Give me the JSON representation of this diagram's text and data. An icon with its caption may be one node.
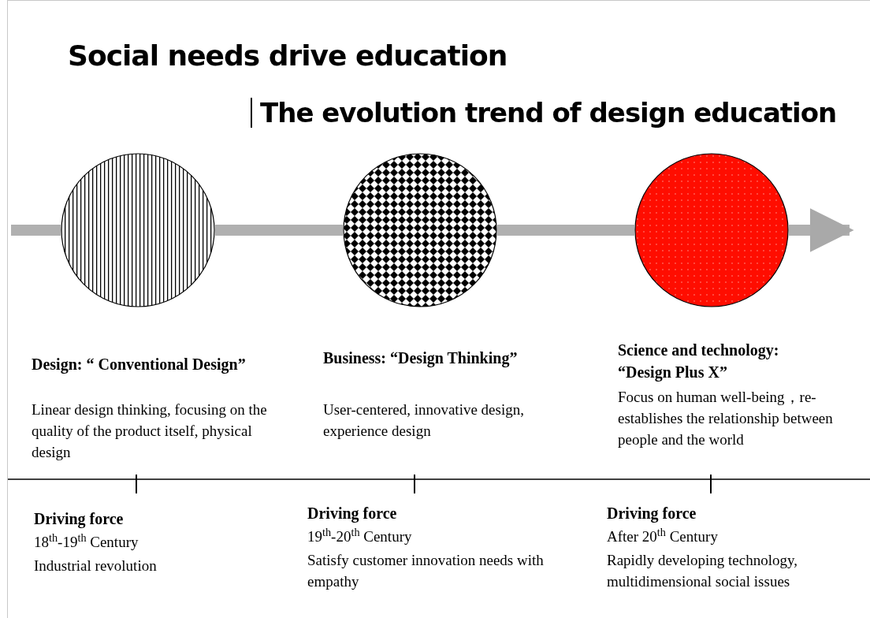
{
  "diagram": {
    "title": "Social needs drive education",
    "nodes": [
      {
        "text": [],
        "shape": "circle"
      },
      {
        "text": [],
        "shape": "circle"
      },
      {
        "text": [],
        "shape": "circle"
      }
    ],
    "edges": [
      {
        "from": null,
        "to": 0,
        "arrow": "none"
      },
      {
        "from": 0,
        "to": 1,
        "arrow": "none"
      },
      {
        "from": 1,
        "to": 2,
        "arrow": "none"
      },
      {
        "from": 2,
        "to": null,
        "arrow": "to"
      }
    ],
    "labels": [
      "The evolution trend of design education",
      "Design: “ Conventional Design”",
      "Business: “Design Thinking”",
      "Science and technology: “Design Plus X”",
      "Linear design thinking, focusing on the quality of the product itself, physical design",
      "User-centered, innovative design, experience design",
      "Focus on human well-being，re-establishes the relationship between people and the world",
      "Driving force",
      "18$^{th}$-19$^{th}$ Century",
      "Industrial revolution",
      "Driving force",
      "19$^{th}$-20$^{th}$ Century",
      "Satisfy customer innovation needs with empathy",
      "Driving force",
      "After 20$^{th}$ Century",
      "Rapidly developing technology, multidimensional social issues"
    ]
  }
}
